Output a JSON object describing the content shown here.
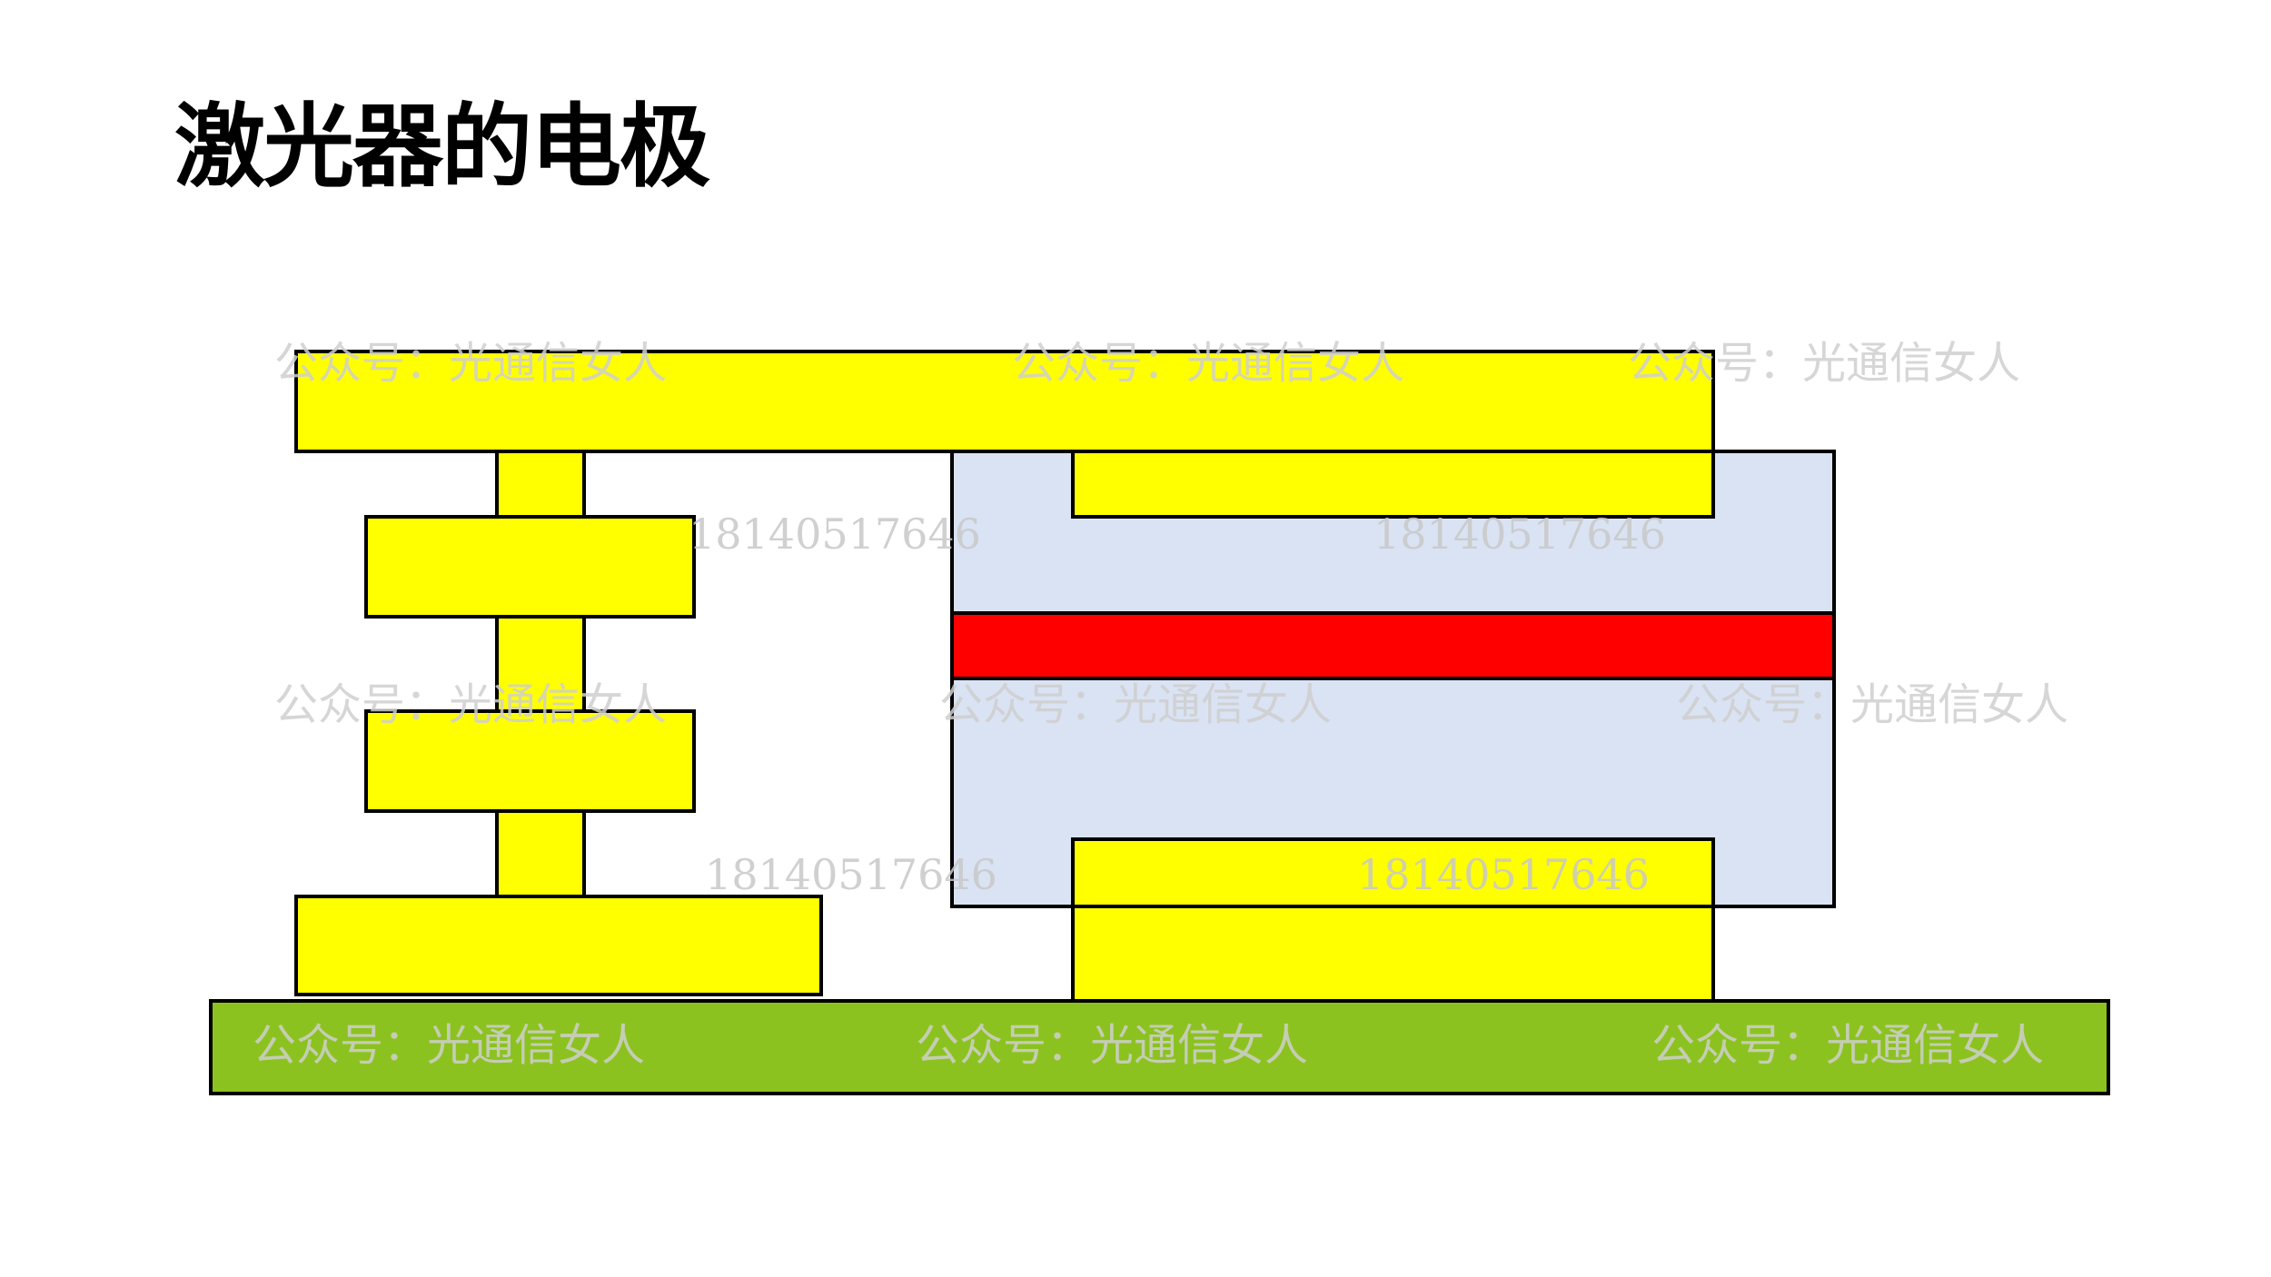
{
  "slide": {
    "title": "激光器的电极"
  },
  "diagram": {
    "colors": {
      "electrode": "#ffff00",
      "cladding": "#dae3f3",
      "active_layer": "#ff0000",
      "substrate": "#8cc21f",
      "outline": "#000000"
    }
  },
  "watermark": {
    "account": "公众号：光通信女人",
    "phone": "18140517646"
  }
}
